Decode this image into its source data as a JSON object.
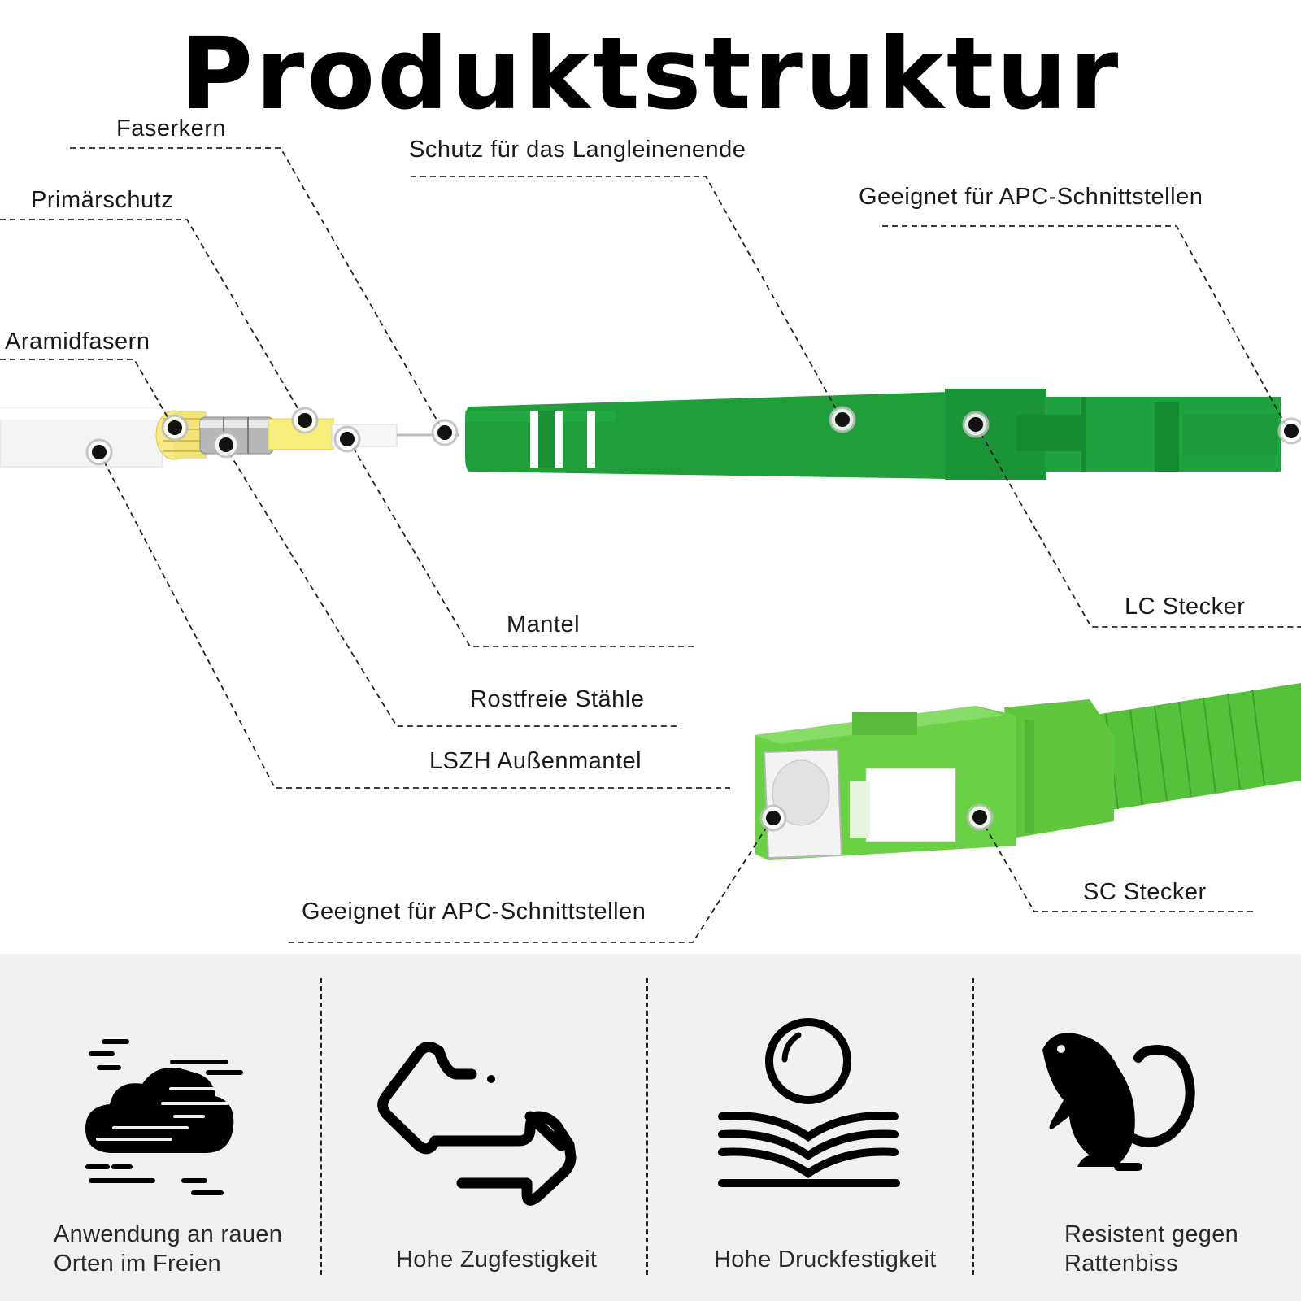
{
  "title": "Produktstruktur",
  "colors": {
    "connector_green": "#1f9e3a",
    "sc_green": "#63c73c",
    "cable_white": "#f2f2f2",
    "primary_yellow": "#f5ee8a",
    "panel_bg": "#f1f1f1"
  },
  "callouts": {
    "faserkern": "Faserkern",
    "schutz": "Schutz für das Langleinenende",
    "apc_top": "Geeignet für APC-Schnittstellen",
    "primaerschutz": "Primärschutz",
    "aramidfasern": "Aramidfasern",
    "mantel": "Mantel",
    "lc_stecker": "LC Stecker",
    "rostfreie": "Rostfreie Stähle",
    "lszh": "LSZH Außenmantel",
    "apc_bottom": "Geeignet für APC-Schnittstellen",
    "sc_stecker": "SC Stecker"
  },
  "features": [
    {
      "icon": "weather-cloud-icon",
      "line1": "Anwendung an rauen",
      "line2": "Orten im Freien"
    },
    {
      "icon": "tension-arrows-icon",
      "line1": "Hohe Zugfestigkeit",
      "line2": ""
    },
    {
      "icon": "pressure-ball-icon",
      "line1": "Hohe Druckfestigkeit",
      "line2": ""
    },
    {
      "icon": "rat-icon",
      "line1": "Resistent gegen",
      "line2": "Rattenbiss"
    }
  ]
}
